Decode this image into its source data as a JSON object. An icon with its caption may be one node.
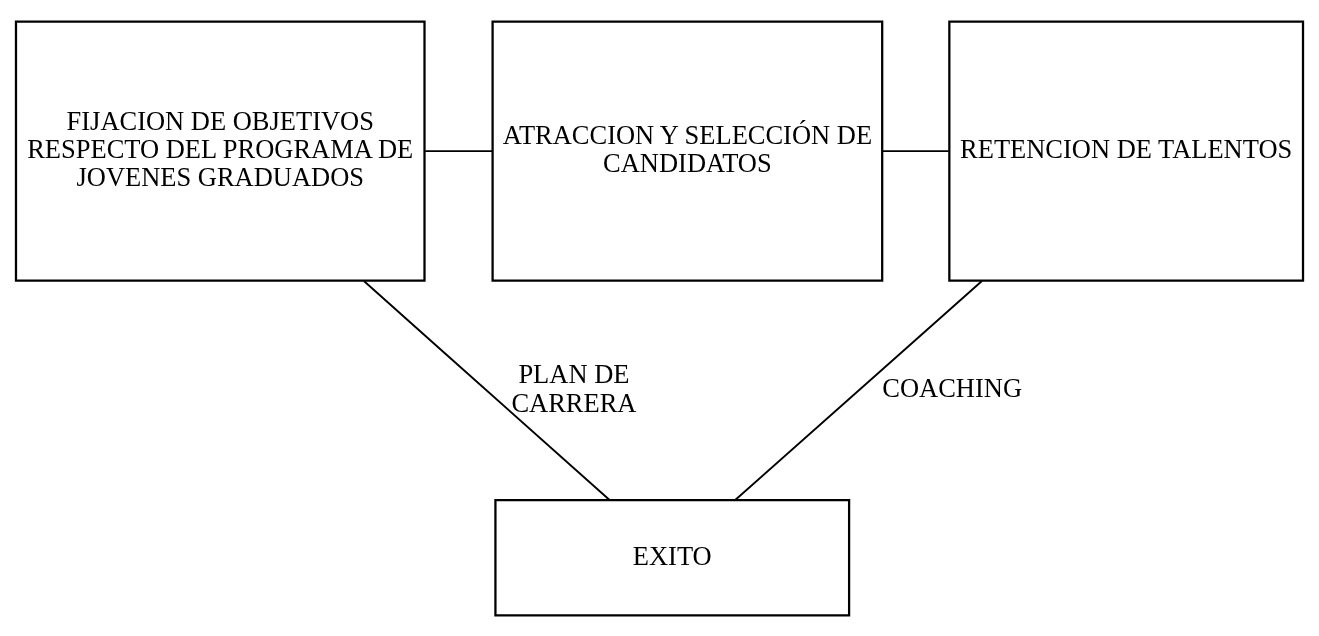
{
  "diagram": {
    "nodes": [
      {
        "text": [
          "FIJACION DE OBJETIVOS RESPECTO DEL PROGRAMA DE JOVENES GRADUADOS"
        ]
      },
      {
        "text": [
          "ATRACCION Y SELECCIÓN DE CANDIDATOS"
        ]
      },
      {
        "text": [
          "RETENCION DE TALENTOS"
        ]
      },
      {
        "text": [
          "EXITO"
        ]
      }
    ],
    "edges": [
      {
        "from": 0,
        "to": 1,
        "arrow": "none"
      },
      {
        "from": 1,
        "to": 2,
        "arrow": "none"
      },
      {
        "from": 0,
        "to": 3,
        "arrow": "none",
        "label": "PLAN DE CARRERA"
      },
      {
        "from": 2,
        "to": 3,
        "arrow": "none",
        "label": "COACHING"
      }
    ]
  }
}
